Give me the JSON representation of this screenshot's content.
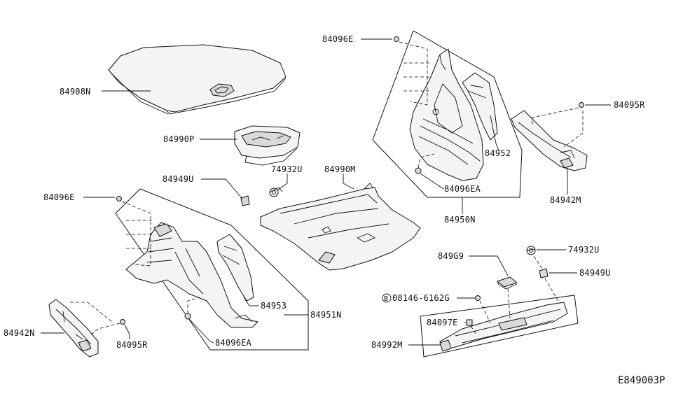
{
  "labels": {
    "p84908N": "84908N",
    "p84990P": "84990P",
    "p84949U_l": "84949U",
    "p74932U_l": "74932U",
    "p84990M": "84990M",
    "p84096E_top": "84096E",
    "p84952": "84952",
    "p84096EA_r": "84096EA",
    "p84950N": "84950N",
    "p84095R_r": "84095R",
    "p84942M": "84942M",
    "p84096E_left": "84096E",
    "p84953": "84953",
    "p84951N": "84951N",
    "p84096EA_l": "84096EA",
    "p84942N": "84942N",
    "p84095R_l": "84095R",
    "p849G9": "849G9",
    "p74932U_r": "74932U",
    "p84949U_r": "84949U",
    "bolt_symbol": "B",
    "p08146": "08146-6162G",
    "p84097E": "84097E",
    "p84992M": "84992M"
  },
  "diagram_ref": "E849003P"
}
